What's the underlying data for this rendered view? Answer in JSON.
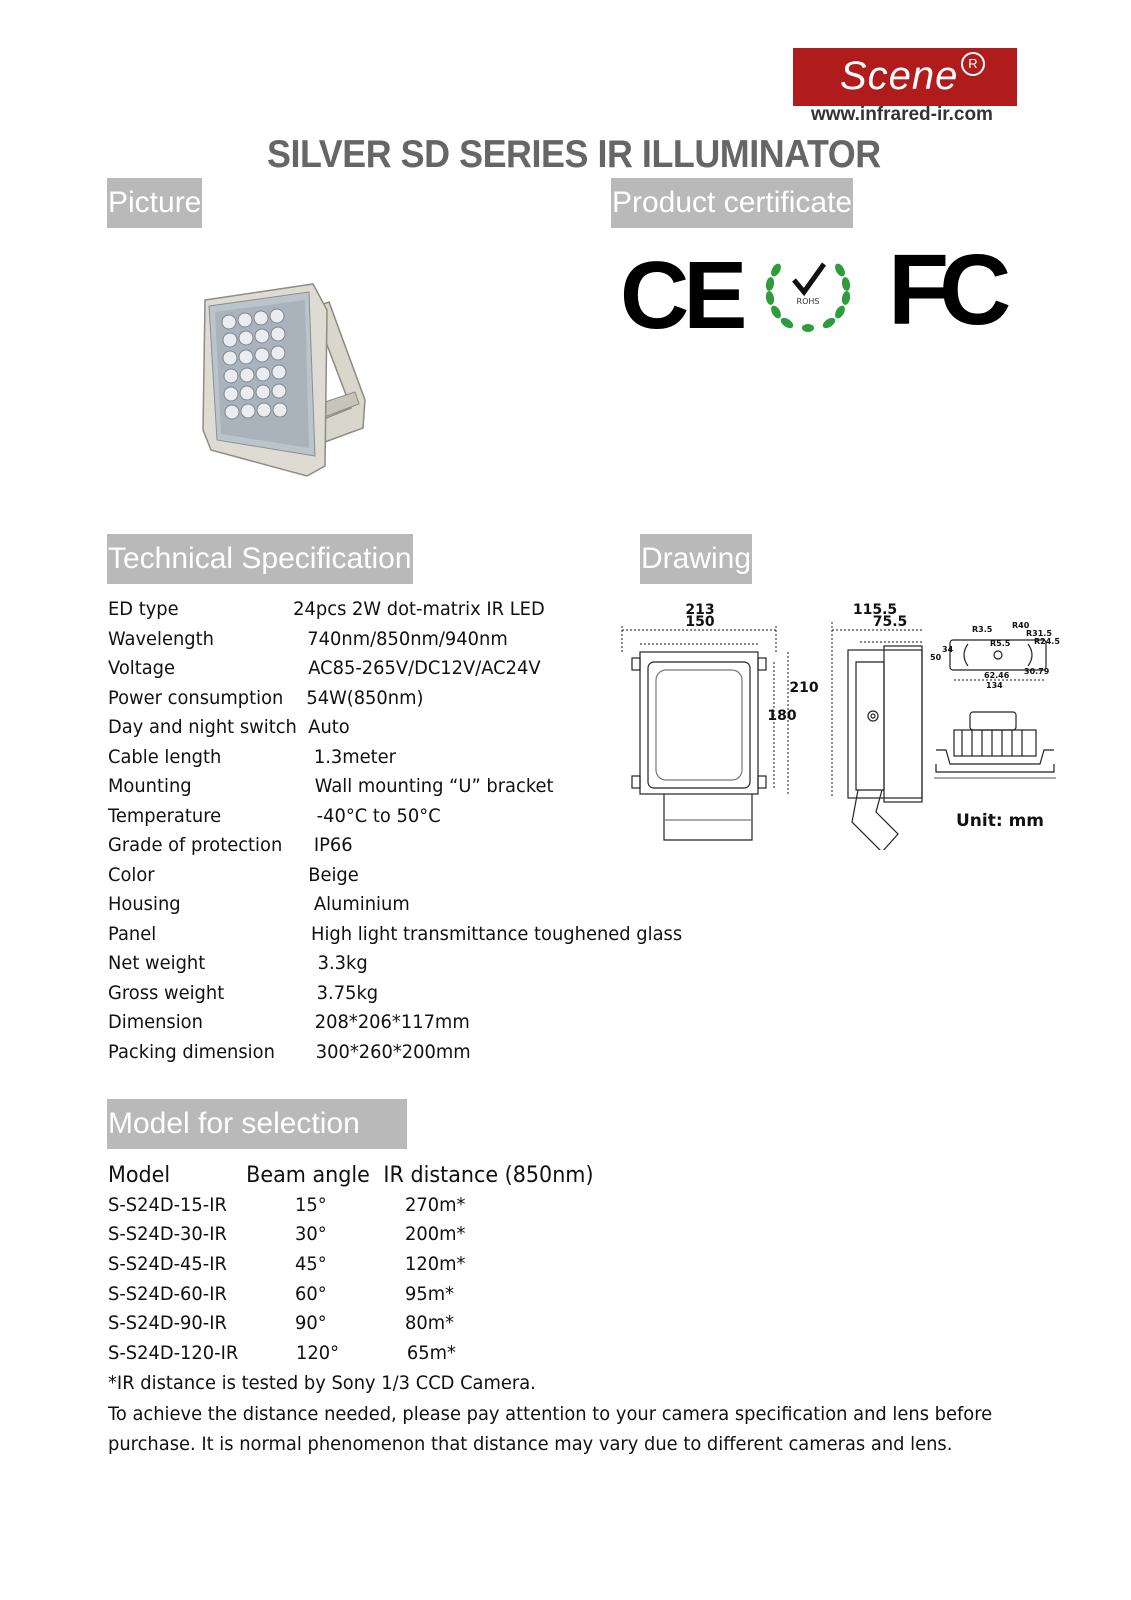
{
  "header": {
    "brand": "Scene",
    "brand_reg": "R",
    "website": "www.infrared-ir.com",
    "title": "SILVER SD SERIES IR ILLUMINATOR"
  },
  "sections": {
    "picture": "Picture",
    "certificate": "Product certificate",
    "tech_spec": "Technical Specification",
    "drawing": "Drawing",
    "models": "Model for selection"
  },
  "certificates": {
    "ce": "CE",
    "rohs": "ROHS",
    "fcc": "FC"
  },
  "specs": [
    {
      "label": "ED type",
      "value": "24pcs 2W dot-matrix IR LED"
    },
    {
      "label": "Wavelength",
      "value": "740nm/850nm/940nm"
    },
    {
      "label": "Voltage",
      "value": "AC85-265V/DC12V/AC24V"
    },
    {
      "label": "Power consumption",
      "value": "54W(850nm)"
    },
    {
      "label": "Day and night switch",
      "value": "Auto"
    },
    {
      "label": "Cable length",
      "value": "1.3meter"
    },
    {
      "label": "Mounting",
      "value": "Wall mounting “U” bracket"
    },
    {
      "label": "Temperature",
      "value": "-40°C to 50°C"
    },
    {
      "label": "Grade of protection",
      "value": "IP66"
    },
    {
      "label": "Color",
      "value": "Beige"
    },
    {
      "label": "Housing",
      "value": "Aluminium"
    },
    {
      "label": "Panel",
      "value": "High light transmittance toughened glass"
    },
    {
      "label": "Net weight",
      "value": "3.3kg"
    },
    {
      "label": "Gross weight",
      "value": "3.75kg"
    },
    {
      "label": "Dimension",
      "value": "208*206*117mm"
    },
    {
      "label": "Packing dimension",
      "value": "300*260*200mm"
    }
  ],
  "drawing": {
    "front_width_outer": "213",
    "front_width_inner": "150",
    "front_height_outer": "210",
    "front_height_inner": "180",
    "side_depth_outer": "115.5",
    "side_depth_inner": "75.5",
    "bracket_r1": "R3.5",
    "bracket_r2": "R40",
    "bracket_r3": "R31.5",
    "bracket_r4": "R24.5",
    "bracket_r5": "R5.5",
    "bracket_h1": "34",
    "bracket_h2": "50",
    "bracket_w1": "62.46",
    "bracket_w2": "30.79",
    "bracket_w3": "134",
    "unit": "Unit: mm"
  },
  "models": {
    "headers": [
      "Model",
      "Beam angle",
      "IR distance (850nm)"
    ],
    "rows": [
      [
        "S-S24D-15-IR",
        "15°",
        "270m*"
      ],
      [
        "S-S24D-30-IR",
        "30°",
        "200m*"
      ],
      [
        "S-S24D-45-IR",
        "45°",
        "120m*"
      ],
      [
        "S-S24D-60-IR",
        "60°",
        "95m*"
      ],
      [
        "S-S24D-90-IR",
        "90°",
        "80m*"
      ],
      [
        "S-S24D-120-IR",
        "120°",
        "65m*"
      ]
    ]
  },
  "notes": {
    "footnote": "*IR distance is tested by Sony 1/3 CCD Camera.",
    "line1": "To achieve the distance needed, please pay attention to your camera specification and lens before",
    "line2": "purchase. It is normal phenomenon that distance may vary due to different cameras and lens."
  }
}
